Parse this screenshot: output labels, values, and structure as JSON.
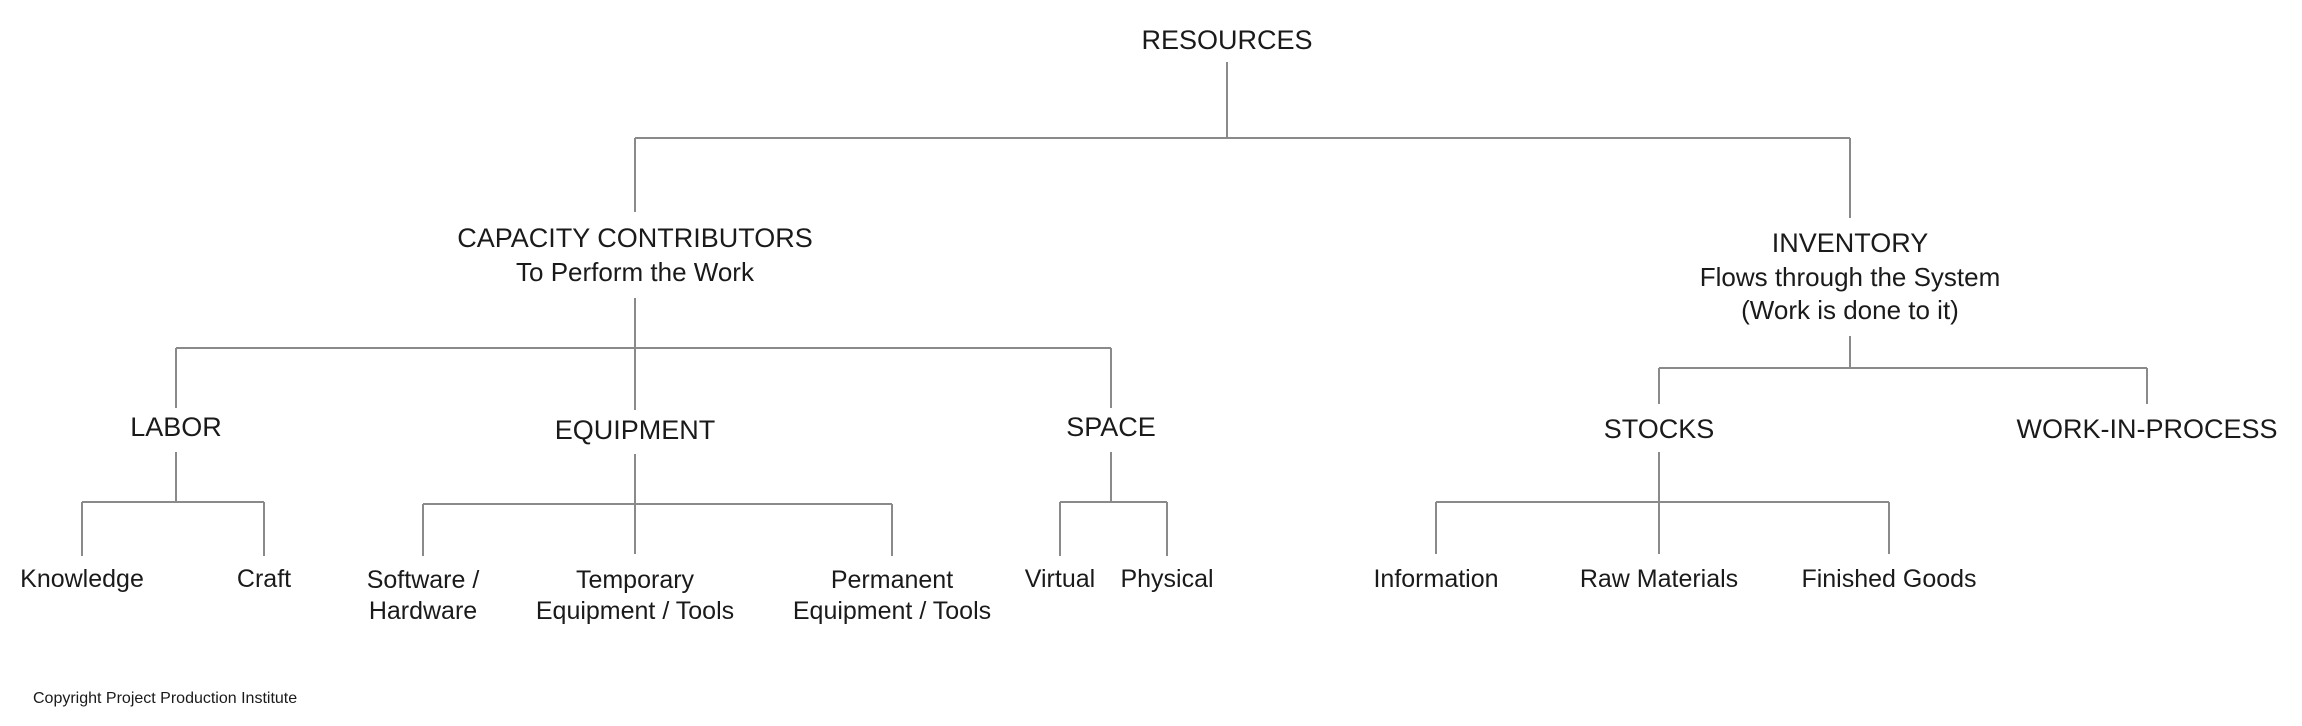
{
  "colors": {
    "text": "#1a1a1a",
    "line": "#8a8a8a",
    "background": "#ffffff"
  },
  "root": {
    "label": "RESOURCES"
  },
  "capacity": {
    "title": "CAPACITY CONTRIBUTORS",
    "subtitle": "To Perform the Work"
  },
  "inventory": {
    "title": "INVENTORY",
    "line2": "Flows through the System",
    "line3": "(Work is done to it)"
  },
  "labor": {
    "label": "LABOR",
    "children": [
      "Knowledge",
      "Craft"
    ]
  },
  "equipment": {
    "label": "EQUIPMENT",
    "software": [
      "Software /",
      "Hardware"
    ],
    "temporary": [
      "Temporary",
      "Equipment / Tools"
    ],
    "permanent": [
      "Permanent",
      "Equipment / Tools"
    ]
  },
  "space": {
    "label": "SPACE",
    "children": [
      "Virtual",
      "Physical"
    ]
  },
  "stocks": {
    "label": "STOCKS",
    "children": [
      "Information",
      "Raw Materials",
      "Finished Goods"
    ]
  },
  "wip": {
    "label": "WORK-IN-PROCESS"
  },
  "copyright": "Copyright Project Production Institute"
}
